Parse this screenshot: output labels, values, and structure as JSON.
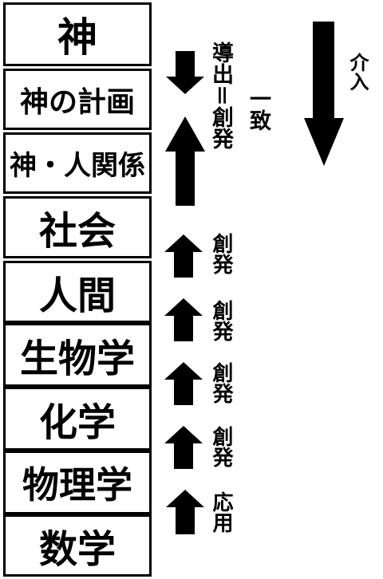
{
  "colors": {
    "ink": "#000000",
    "paper": "#ffffff"
  },
  "layers": [
    {
      "id": "kami",
      "label": "神"
    },
    {
      "id": "keikaku",
      "label": "神の計画"
    },
    {
      "id": "kankei",
      "label": "神・人関係"
    },
    {
      "id": "shakai",
      "label": "社会"
    },
    {
      "id": "ningen",
      "label": "人間"
    },
    {
      "id": "seibutsu",
      "label": "生物学"
    },
    {
      "id": "kagaku",
      "label": "化学"
    },
    {
      "id": "butsuri",
      "label": "物理学"
    },
    {
      "id": "suugaku",
      "label": "数学"
    }
  ],
  "annotations": {
    "derivation": "導出",
    "equals": "＝",
    "emergence": "創発",
    "coincidence": "一致",
    "intervention": "介入",
    "application": "応用"
  },
  "emergence_labels": [
    "創発",
    "創発",
    "創発",
    "創発"
  ]
}
